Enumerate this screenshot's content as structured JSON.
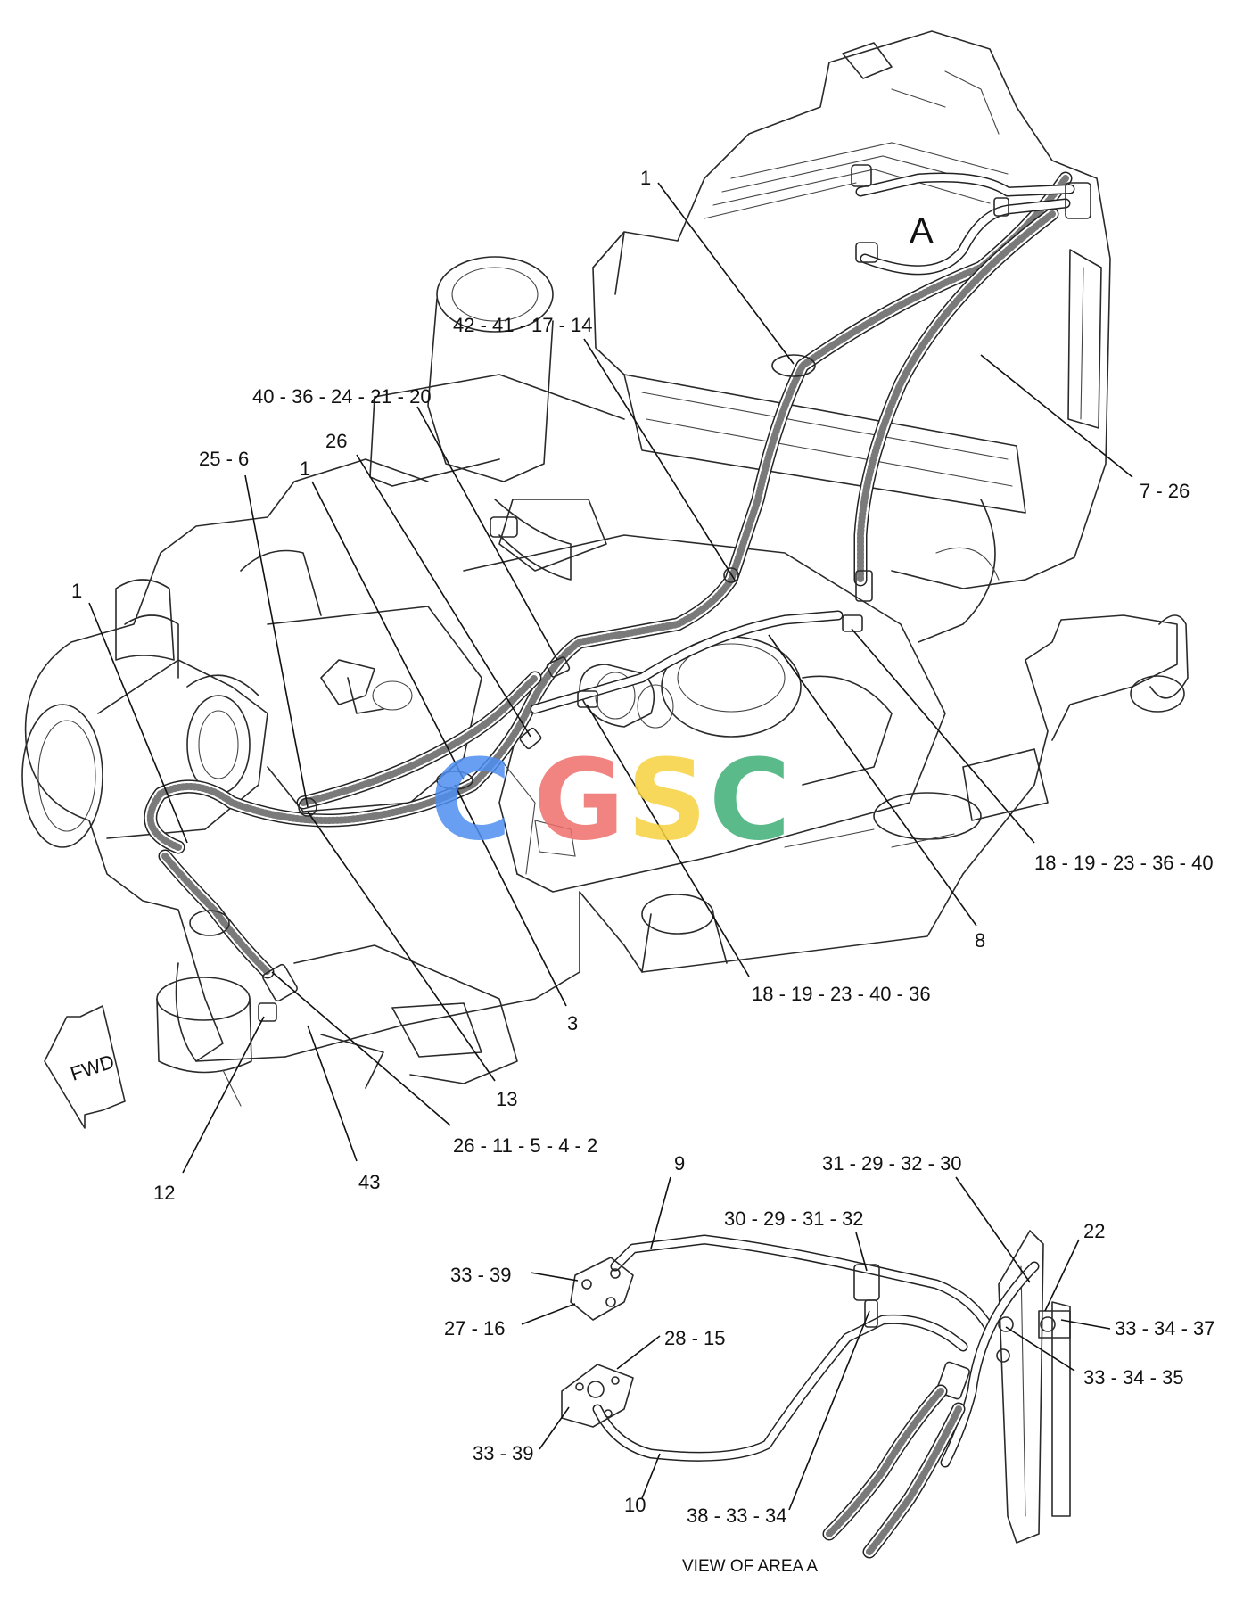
{
  "area_letter": "A",
  "fwd_label": "FWD",
  "view_caption": "VIEW OF AREA A",
  "watermark": {
    "letters": [
      "C",
      "G",
      "S",
      "C"
    ],
    "colors": [
      "#4f8ff0",
      "#ef6f6c",
      "#f7d23e",
      "#3fae76"
    ]
  },
  "callouts": [
    {
      "id": "c-top-1",
      "label": "1"
    },
    {
      "id": "c-42-41-17-14",
      "label": "42 - 41 - 17 - 14"
    },
    {
      "id": "c-40-36-24-21-20",
      "label": "40 - 36 - 24 - 21 - 20"
    },
    {
      "id": "c-26",
      "label": "26"
    },
    {
      "id": "c-25-6",
      "label": "25 - 6"
    },
    {
      "id": "c-mid-1",
      "label": "1"
    },
    {
      "id": "c-left-1",
      "label": "1"
    },
    {
      "id": "c-7-26",
      "label": "7 - 26"
    },
    {
      "id": "c-18-19-23-36-40",
      "label": "18 - 19 - 23 - 36 - 40"
    },
    {
      "id": "c-8",
      "label": "8"
    },
    {
      "id": "c-18-19-23-40-36",
      "label": "18 - 19 - 23 - 40 - 36"
    },
    {
      "id": "c-3",
      "label": "3"
    },
    {
      "id": "c-13",
      "label": "13"
    },
    {
      "id": "c-26-11-5-4-2",
      "label": "26 - 11 - 5 - 4 - 2"
    },
    {
      "id": "c-12",
      "label": "12"
    },
    {
      "id": "c-43",
      "label": "43"
    },
    {
      "id": "c-9",
      "label": "9"
    },
    {
      "id": "c-31-29-32-30",
      "label": "31 - 29 - 32 - 30"
    },
    {
      "id": "c-30-29-31-32",
      "label": "30 - 29 - 31 - 32"
    },
    {
      "id": "c-22",
      "label": "22"
    },
    {
      "id": "c-33-39-a",
      "label": "33 - 39"
    },
    {
      "id": "c-27-16",
      "label": "27 - 16"
    },
    {
      "id": "c-28-15",
      "label": "28 - 15"
    },
    {
      "id": "c-33-34-37",
      "label": "33 - 34 - 37"
    },
    {
      "id": "c-33-34-35",
      "label": "33 - 34 - 35"
    },
    {
      "id": "c-33-39-b",
      "label": "33 - 39"
    },
    {
      "id": "c-10",
      "label": "10"
    },
    {
      "id": "c-38-33-34",
      "label": "38 - 33 - 34"
    }
  ]
}
